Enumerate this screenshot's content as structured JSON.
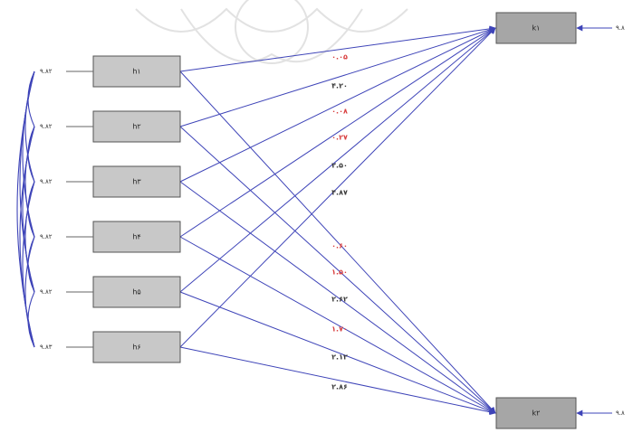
{
  "colors": {
    "path_line": "#3e44b8",
    "positive_label": "#3a3a3a",
    "negative_label": "#d94040",
    "predictor_box": "#c8c8c8",
    "outcome_box": "#a6a6a6"
  },
  "predictors": [
    {
      "label": "h۱",
      "error": "۹.۸۲"
    },
    {
      "label": "h۲",
      "error": "۹.۸۲"
    },
    {
      "label": "h۳",
      "error": "۹.۸۲"
    },
    {
      "label": "h۴",
      "error": "۹.۸۲"
    },
    {
      "label": "h۵",
      "error": "۹.۸۲"
    },
    {
      "label": "h۶",
      "error": "۹.۸۳"
    }
  ],
  "outcomes": [
    {
      "label": "k۱",
      "error": "۹.۸"
    },
    {
      "label": "k۲",
      "error": "۹.۸"
    }
  ],
  "paths": [
    {
      "from": 0,
      "to": 0,
      "value": "۰.۰۵",
      "sign": "neg"
    },
    {
      "from": 1,
      "to": 0,
      "value": "۴.۲۰",
      "sign": "pos"
    },
    {
      "from": 2,
      "to": 0,
      "value": "۰.۰۸",
      "sign": "neg"
    },
    {
      "from": 3,
      "to": 0,
      "value": "۰.۲۷",
      "sign": "neg"
    },
    {
      "from": 4,
      "to": 0,
      "value": "۲.۵۰",
      "sign": "pos"
    },
    {
      "from": 5,
      "to": 0,
      "value": "۴.۸۷",
      "sign": "pos"
    },
    {
      "from": 0,
      "to": 1,
      "value": "۰.۶۰",
      "sign": "neg"
    },
    {
      "from": 1,
      "to": 1,
      "value": "۱.۵۰",
      "sign": "neg"
    },
    {
      "from": 2,
      "to": 1,
      "value": "۲.۶۲",
      "sign": "pos"
    },
    {
      "from": 3,
      "to": 1,
      "value": "۱.۷۰",
      "sign": "neg"
    },
    {
      "from": 4,
      "to": 1,
      "value": "۲.۱۲",
      "sign": "pos"
    },
    {
      "from": 5,
      "to": 1,
      "value": "۲.۸۶",
      "sign": "pos"
    }
  ]
}
